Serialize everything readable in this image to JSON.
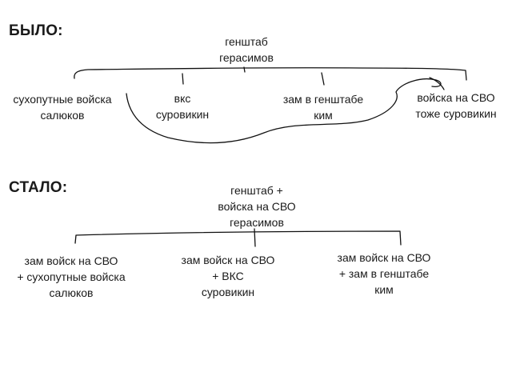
{
  "before": {
    "heading": "БЫЛО:",
    "root": [
      "генштаб",
      "герасимов"
    ],
    "children": [
      [
        "сухопутные войска",
        "салюков"
      ],
      [
        "вкс",
        "суровикин"
      ],
      [
        "зам в генштабе",
        "ким"
      ],
      [
        "войска на СВО",
        "тоже суровикин"
      ]
    ]
  },
  "after": {
    "heading": "СТАЛО:",
    "root": [
      "генштаб +",
      "войска на СВО",
      "герасимов"
    ],
    "children": [
      [
        "зам войск на СВО",
        "+ сухопутные войска",
        "салюков"
      ],
      [
        "зам войск на СВО",
        "+ ВКС",
        "суровикин"
      ],
      [
        "зам войск на СВО",
        "+ зам в генштабе",
        "ким"
      ]
    ]
  }
}
